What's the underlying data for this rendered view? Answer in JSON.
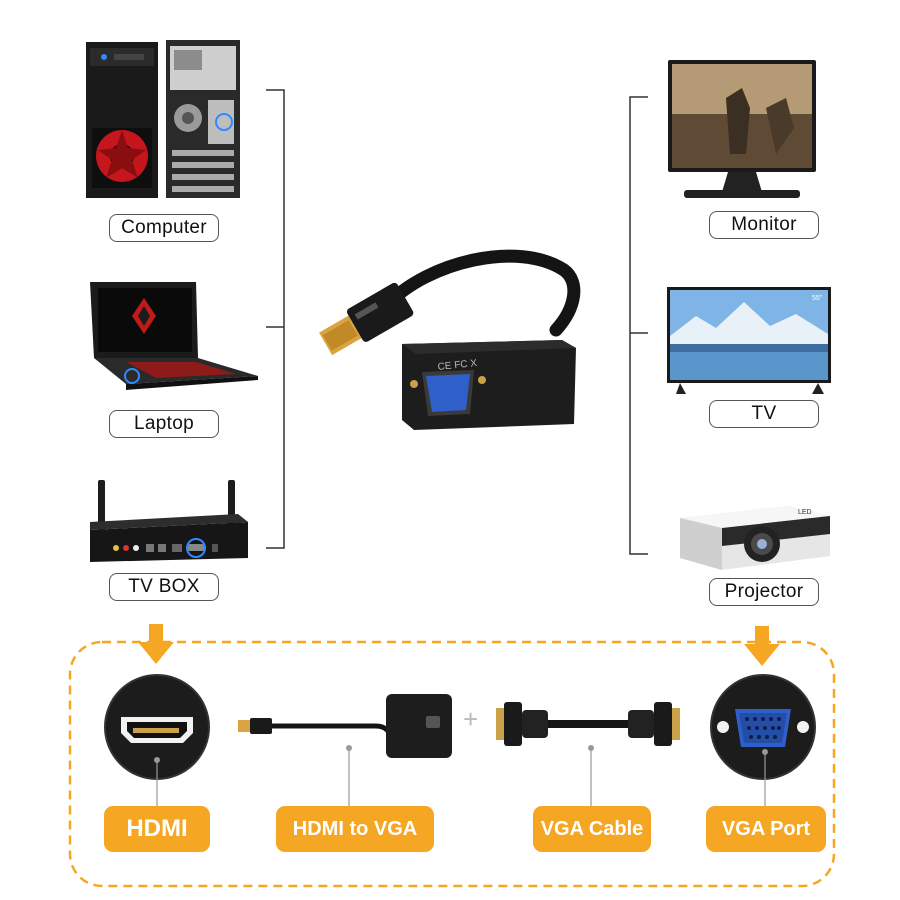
{
  "sources": [
    {
      "id": "computer",
      "label": "Computer"
    },
    {
      "id": "laptop",
      "label": "Laptop"
    },
    {
      "id": "tvbox",
      "label": "TV BOX"
    }
  ],
  "displays": [
    {
      "id": "monitor",
      "label": "Monitor"
    },
    {
      "id": "tv",
      "label": "TV"
    },
    {
      "id": "projector",
      "label": "Projector"
    }
  ],
  "adapter": {
    "marking": "CE FC X"
  },
  "chain": [
    {
      "id": "hdmi",
      "label": "HDMI"
    },
    {
      "id": "hdmi-to-vga",
      "label": "HDMI to VGA"
    },
    {
      "id": "vga-cable",
      "label": "VGA Cable"
    },
    {
      "id": "vga-port",
      "label": "VGA Port"
    }
  ],
  "plus_sign": "+",
  "colors": {
    "accent": "#f5a623",
    "dark": "#1c1c1c",
    "port_blue": "#2f5fc9"
  }
}
